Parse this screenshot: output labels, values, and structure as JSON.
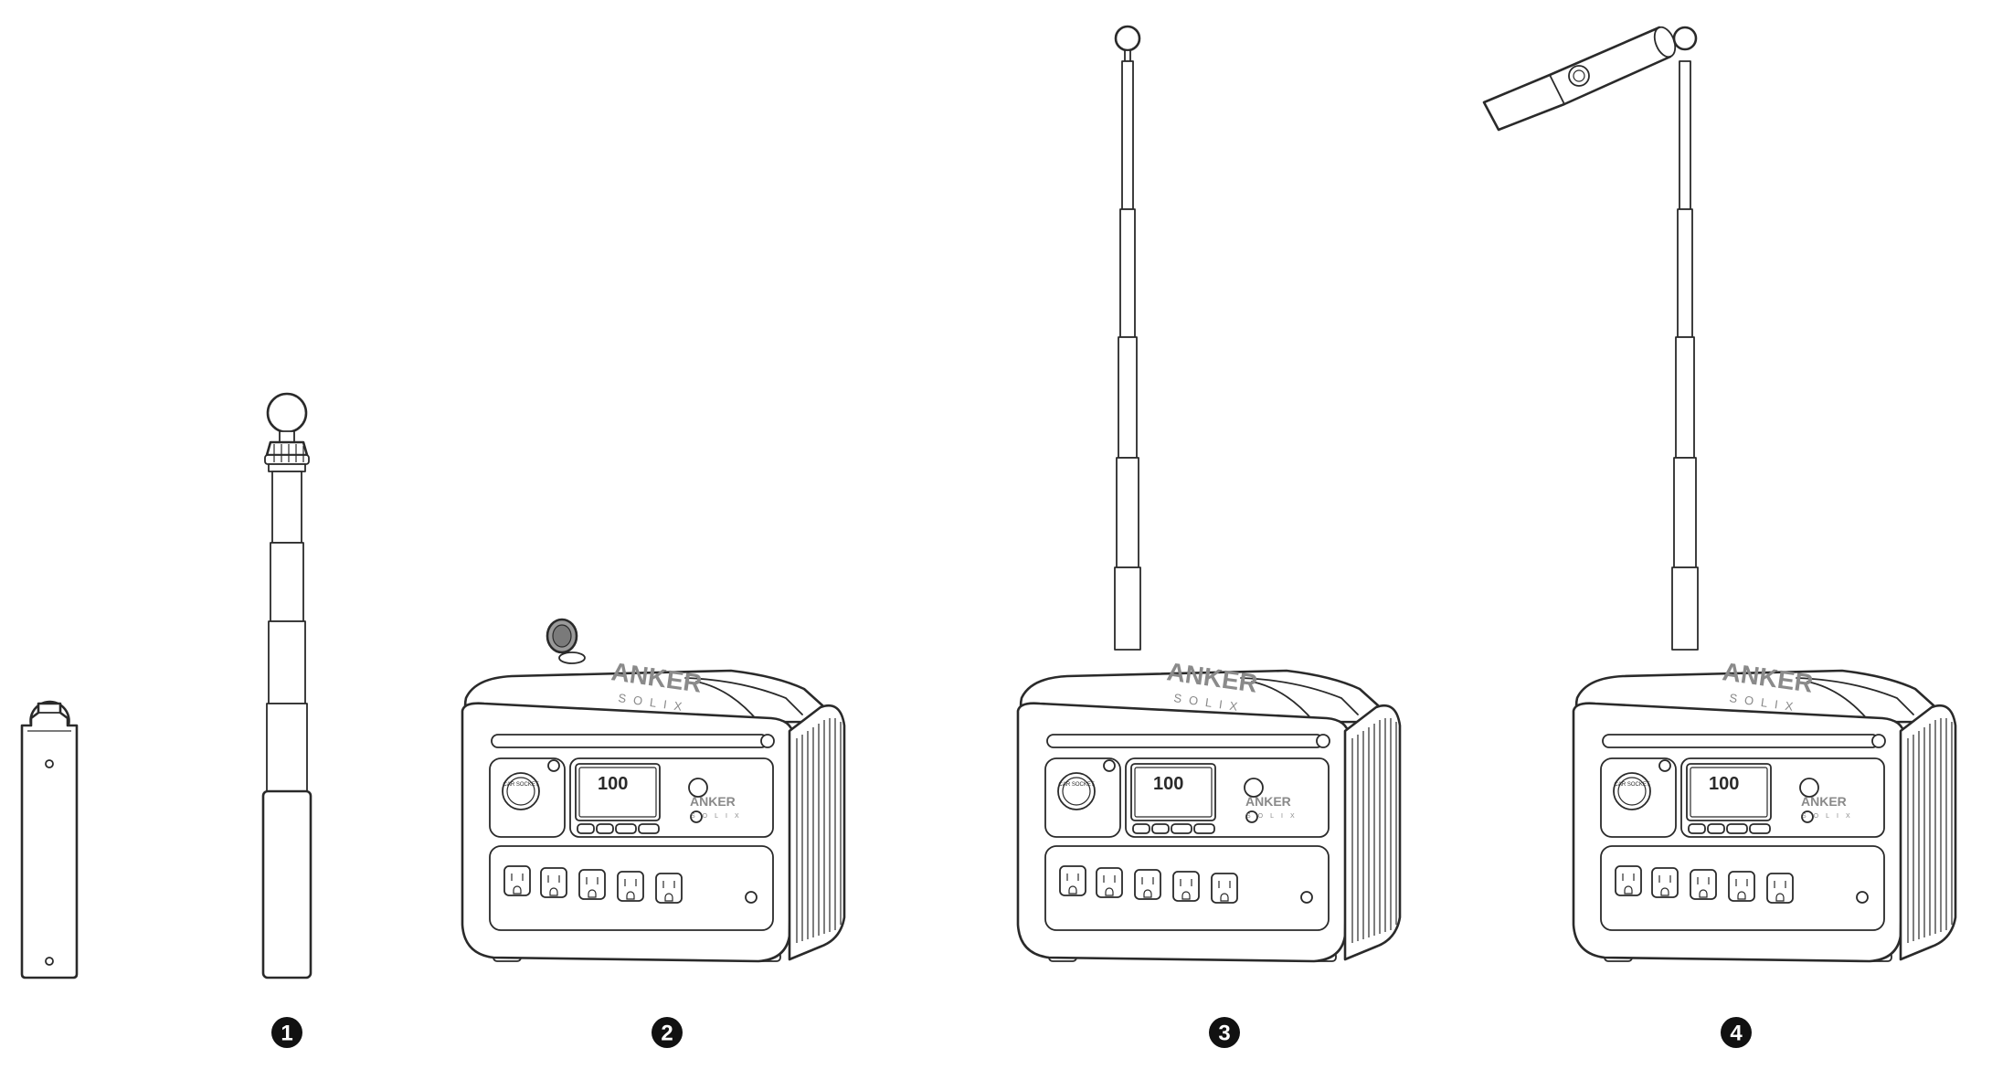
{
  "steps": [
    {
      "number": "1"
    },
    {
      "number": "2"
    },
    {
      "number": "3"
    },
    {
      "number": "4"
    }
  ],
  "device": {
    "brand": "ANKER",
    "sub_brand": "SOLIX",
    "display_value": "100",
    "car_socket_label": "CAR SOCKET"
  }
}
